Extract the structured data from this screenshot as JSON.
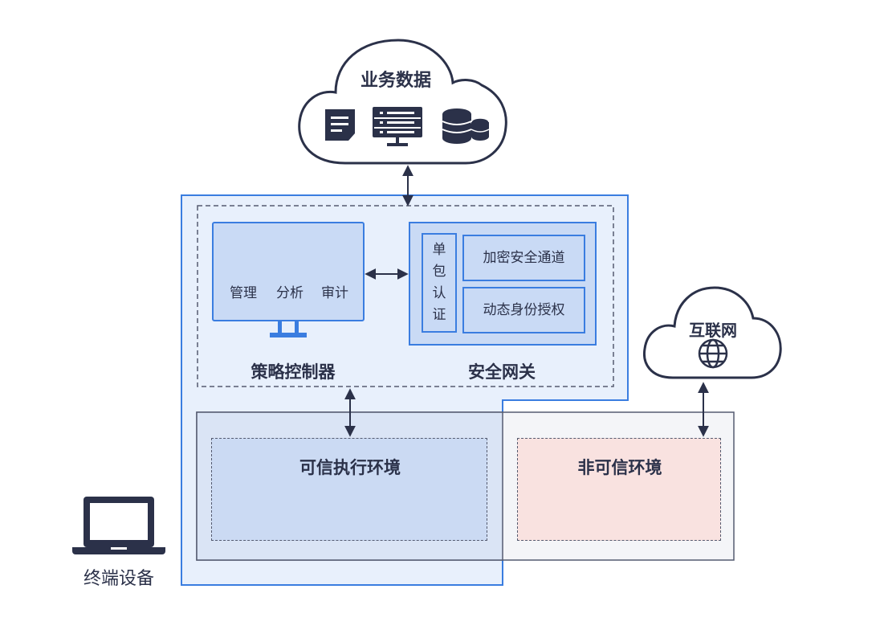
{
  "cloud_business": {
    "title": "业务数据",
    "icons": [
      "document-icon",
      "server-icon",
      "database-icon"
    ]
  },
  "cloud_internet": {
    "title": "互联网",
    "icon": "globe-icon"
  },
  "controller": {
    "label": "策略控制器",
    "tools": [
      {
        "icon": "wrench-icon",
        "label": "管理"
      },
      {
        "icon": "pie-chart-icon",
        "label": "分析"
      },
      {
        "icon": "magnifier-icon",
        "label": "审计"
      }
    ]
  },
  "gateway": {
    "label": "安全网关",
    "auth_lines": [
      "单",
      "包",
      "认",
      "证"
    ],
    "items": [
      "加密安全通道",
      "动态身份授权"
    ]
  },
  "trusted_env": {
    "title": "可信执行环境",
    "icons": [
      "ie-browser-icon",
      "document-icon",
      "apps-icon",
      "pdf-icon"
    ]
  },
  "untrusted_env": {
    "title": "非可信环境",
    "icons": [
      "wechat-icon",
      "music-icon",
      "video-icon"
    ]
  },
  "device": {
    "label": "终端设备",
    "icon": "laptop-icon"
  },
  "colors": {
    "blue_border": "#3a7de0",
    "light_blue": "#e8f0fc",
    "mid_blue": "#c9daf5",
    "dark_navy": "#2b3149",
    "orange": "#f07a2d",
    "pink_bg": "#f9e2e0"
  }
}
